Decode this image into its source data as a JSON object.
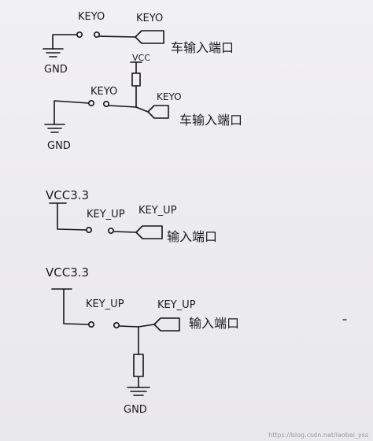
{
  "circuits": [
    {
      "switch_label": "KEYO",
      "port_label": "KEYO",
      "input_label": "车输入端口",
      "ground_label": "GND"
    },
    {
      "switch_label": "KEYO",
      "port_label": "KEYO",
      "input_label": "车输入端口",
      "supply_label": "VCC",
      "ground_label": "GND"
    },
    {
      "supply_label": "VCC3.3",
      "switch_label": "KEY_UP",
      "port_label": "KEY_UP",
      "input_label": "输入端口"
    },
    {
      "supply_label": "VCC3.3",
      "switch_label": "KEY_UP",
      "port_label": "KEY_UP",
      "input_label": "输入端口",
      "ground_label": "GND"
    }
  ],
  "watermark": "https://blog.csdn.net/laobai_yss",
  "colors": {
    "ink": "#151515",
    "paper": "#eeedf0",
    "watermark": "#9a9a9e"
  }
}
